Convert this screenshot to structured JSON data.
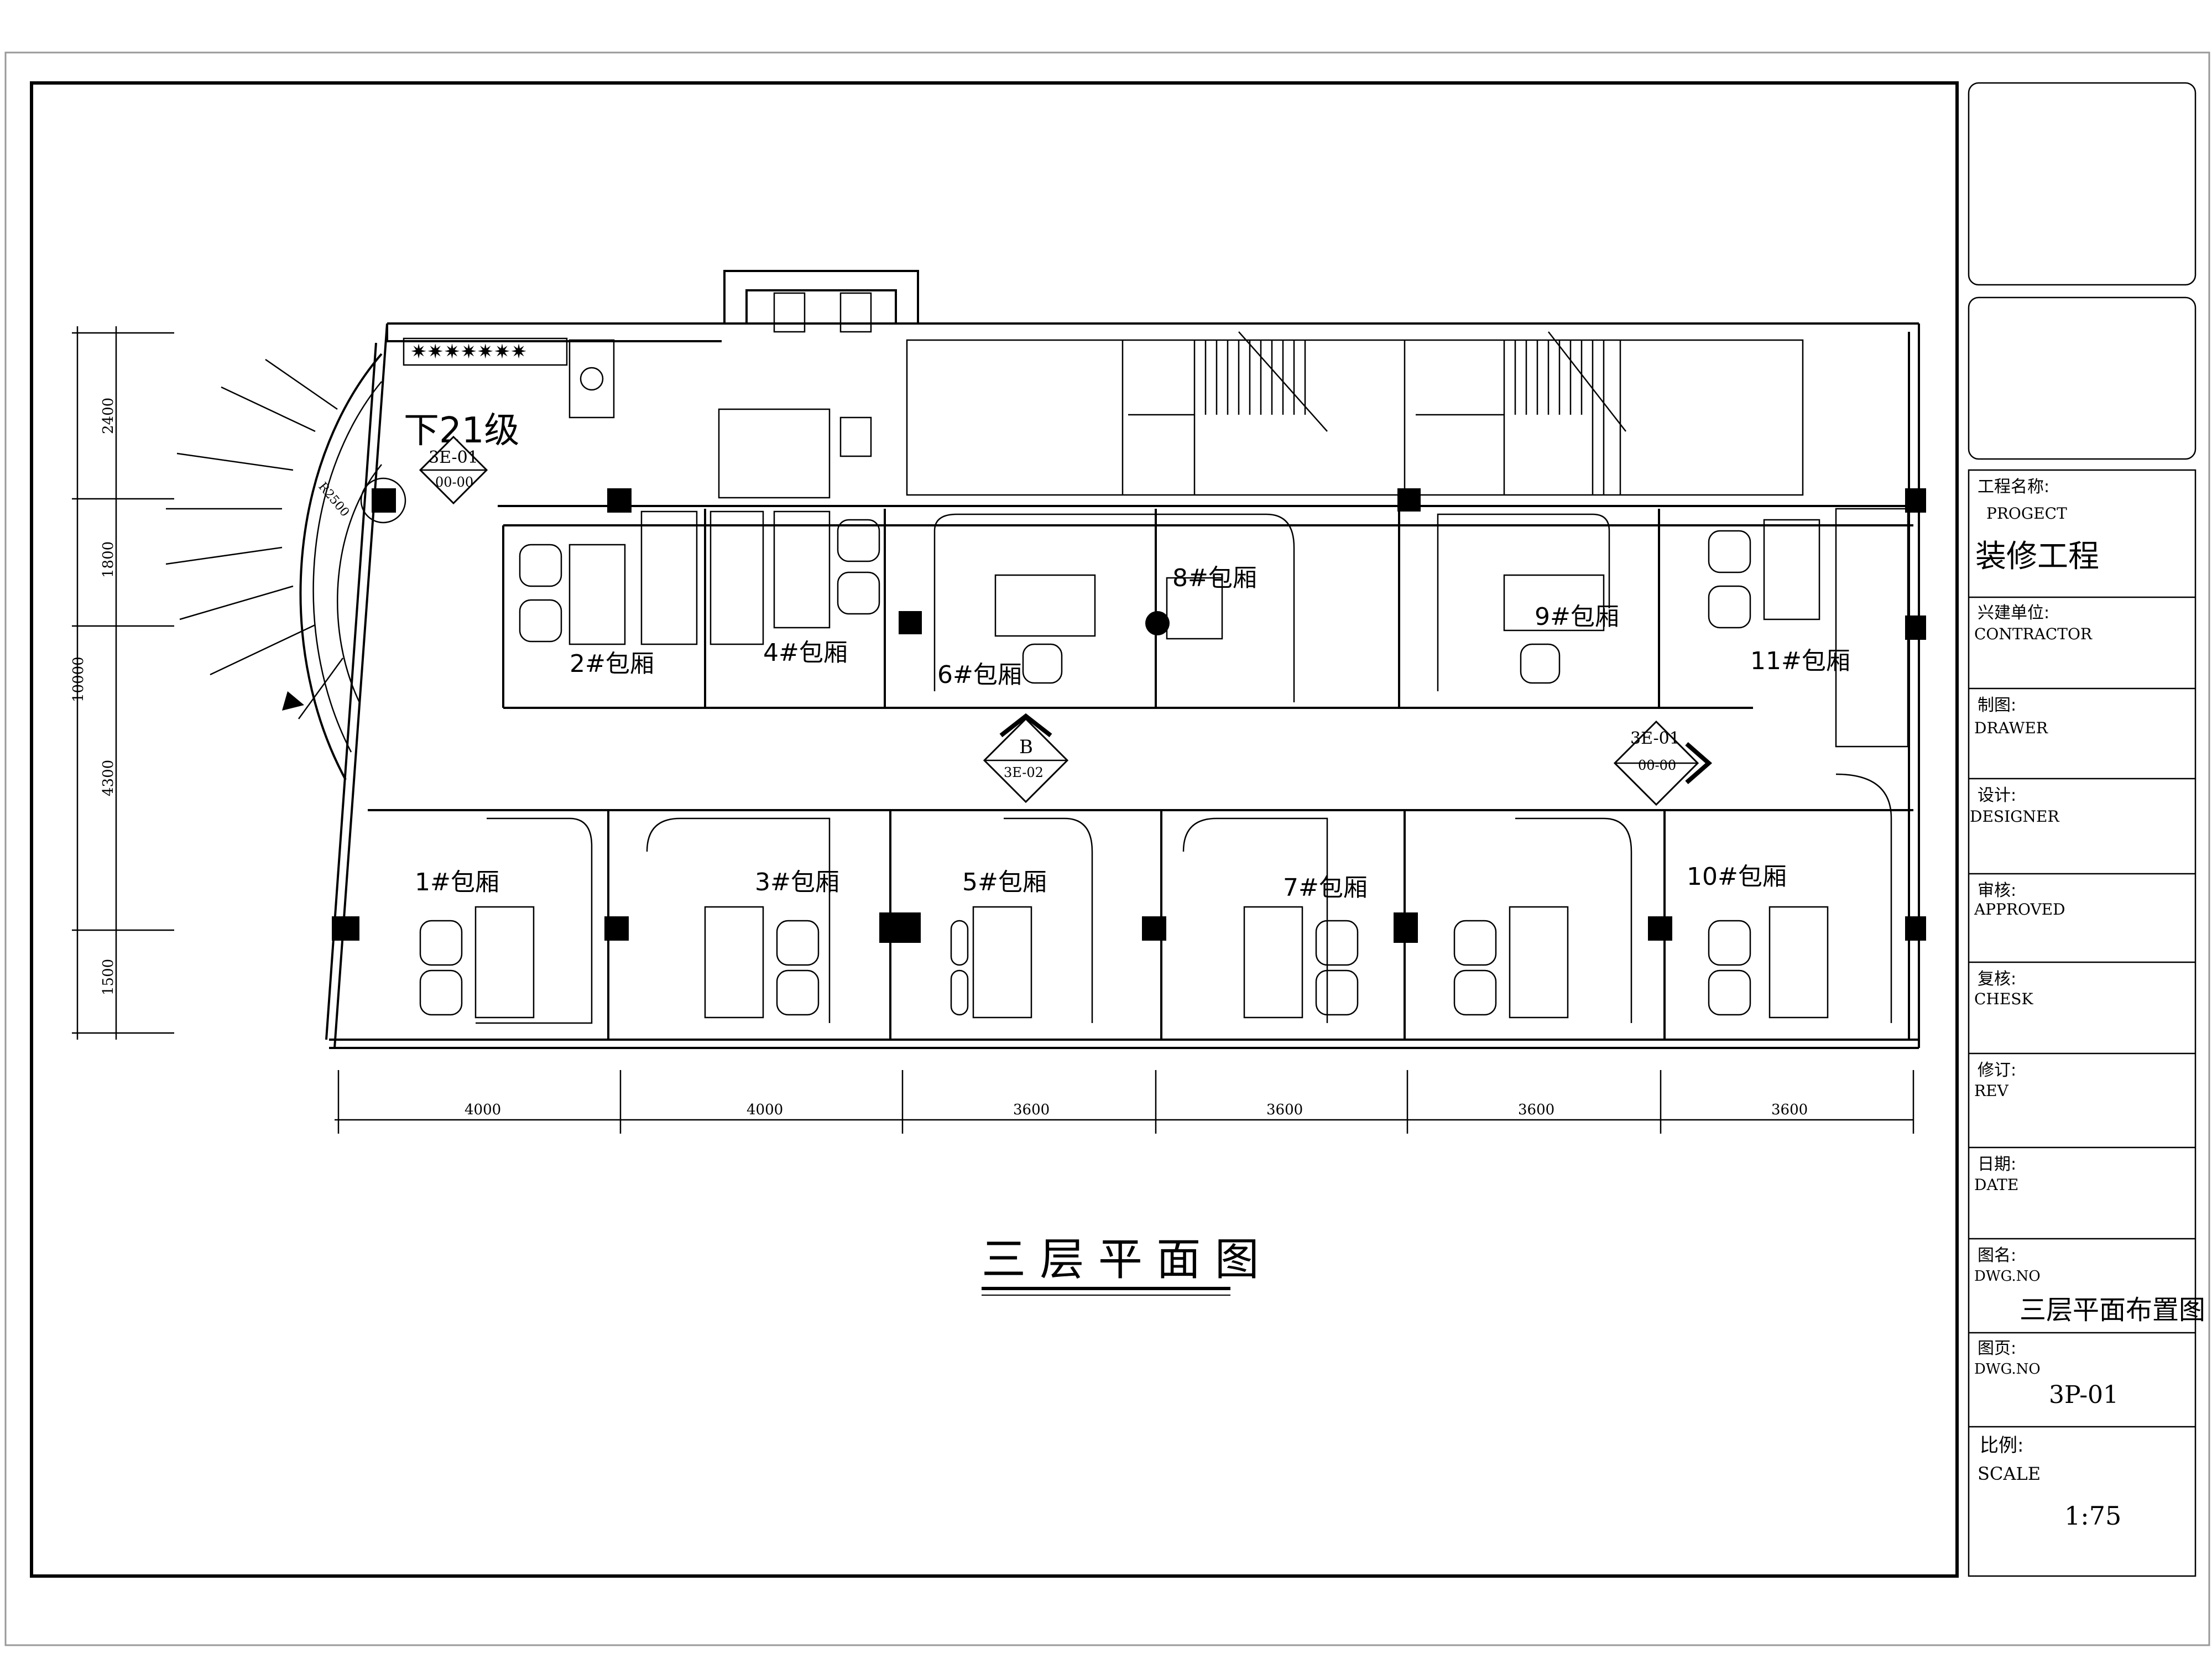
{
  "drawing": {
    "title": "三 层 平 面 图",
    "stair_note": "下21级",
    "stair_radius": "R2500",
    "rooms": [
      {
        "id": "1",
        "label": "1#包厢"
      },
      {
        "id": "2",
        "label": "2#包厢"
      },
      {
        "id": "3",
        "label": "3#包厢"
      },
      {
        "id": "4",
        "label": "4#包厢"
      },
      {
        "id": "5",
        "label": "5#包厢"
      },
      {
        "id": "6",
        "label": "6#包厢"
      },
      {
        "id": "7",
        "label": "7#包厢"
      },
      {
        "id": "8",
        "label": "8#包厢"
      },
      {
        "id": "9",
        "label": "9#包厢"
      },
      {
        "id": "10",
        "label": "10#包厢"
      },
      {
        "id": "11",
        "label": "11#包厢"
      }
    ],
    "markers": {
      "stair_marker": {
        "top": "3E-01",
        "bottom": "00-00"
      },
      "corridor_marker_b": {
        "top": "B",
        "bottom": "3E-02"
      },
      "corridor_marker_right": {
        "top": "3E-01",
        "bottom": "00-00"
      }
    },
    "dimensions": {
      "horizontal": [
        "4000",
        "4000",
        "3600",
        "3600",
        "3600",
        "3600"
      ],
      "vertical": [
        "2400",
        "1800",
        "4300",
        "1500"
      ],
      "vertical_total": "10000"
    }
  },
  "title_block": {
    "project_label_cn": "工程名称:",
    "project_label_en": "PROGECT",
    "project_value": "装修工程",
    "contractor_label_cn": "兴建单位:",
    "contractor_label_en": "CONTRACTOR",
    "drawer_label_cn": "制图:",
    "drawer_label_en": "DRAWER",
    "designer_label_cn": "设计:",
    "designer_label_en": "DESIGNER",
    "approved_label_cn": "审核:",
    "approved_label_en": "APPROVED",
    "check_label_cn": "复核:",
    "check_label_en": "CHESK",
    "rev_label_cn": "修订:",
    "rev_label_en": "REV",
    "date_label_cn": "日期:",
    "date_label_en": "DATE",
    "dwg_name_label_cn": "图名:",
    "dwg_name_label_en": "DWG.NO",
    "dwg_name_value": "三层平面布置图",
    "dwg_page_label_cn": "图页:",
    "dwg_page_label_en": "DWG.NO",
    "dwg_page_value": "3P-01",
    "scale_label_cn": "比例:",
    "scale_label_en": "SCALE",
    "scale_value": "1:75"
  }
}
